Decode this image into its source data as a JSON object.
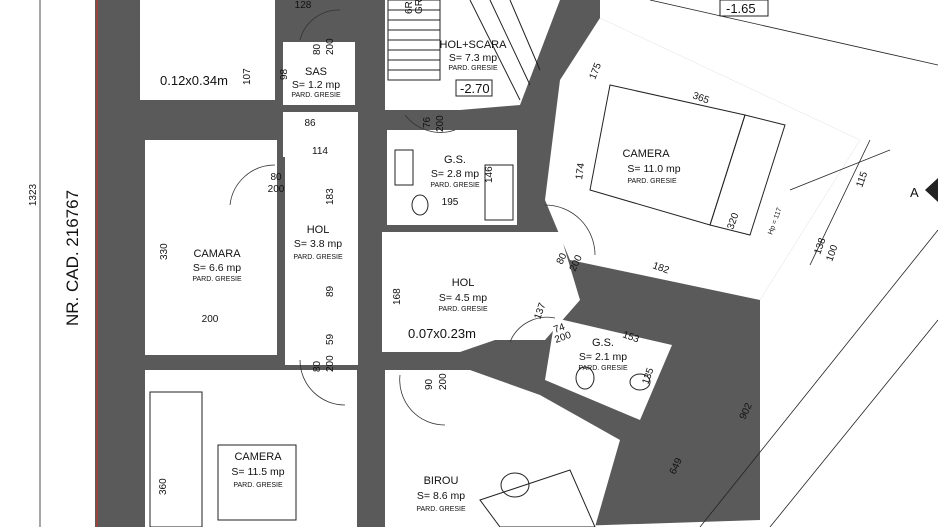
{
  "cadastral": "NR. CAD. 216767",
  "overall_dim": "1323",
  "section_marker": "A",
  "niche_labels": [
    "0.12x0.34m",
    "0.07x0.23m"
  ],
  "levels": [
    "-1.65",
    "-2.70"
  ],
  "stair_text": [
    "6R",
    "GR"
  ],
  "rooms": [
    {
      "name": "SAS",
      "area": "S= 1.2 mp",
      "floor": "PARD. GRESIE"
    },
    {
      "name": "HOL+SCARA",
      "area": "S= 7.3 mp",
      "floor": "PARD. GRESIE"
    },
    {
      "name": "CAMARA",
      "area": "S= 6.6 mp",
      "floor": "PARD. GRESIE"
    },
    {
      "name": "HOL",
      "area": "S= 3.8 mp",
      "floor": "PARD. GRESIE"
    },
    {
      "name": "G.S.",
      "area": "S= 2.8 mp",
      "floor": "PARD. GRESIE"
    },
    {
      "name": "CAMERA",
      "area": "S= 11.0 mp",
      "floor": "PARD. GRESIE"
    },
    {
      "name": "HOL",
      "area": "S= 4.5 mp",
      "floor": "PARD. GRESIE"
    },
    {
      "name": "G.S.",
      "area": "S= 2.1 mp",
      "floor": "PARD. GRESIE"
    },
    {
      "name": "CAMERA",
      "area": "S= 11.5 mp",
      "floor": "PARD. GRESIE"
    },
    {
      "name": "BIROU",
      "area": "S= 8.6 mp",
      "floor": "PARD. GRESIE"
    }
  ],
  "dims": [
    "128",
    "80",
    "200",
    "107",
    "98",
    "86",
    "114",
    "76",
    "200",
    "146",
    "195",
    "80",
    "200",
    "183",
    "89",
    "59",
    "330",
    "200",
    "80",
    "200",
    "168",
    "137",
    "80",
    "200",
    "74",
    "200",
    "153",
    "135",
    "90",
    "200",
    "175",
    "174",
    "365",
    "182",
    "320",
    "Hp = 117",
    "115",
    "138",
    "100",
    "902",
    "649",
    "360"
  ]
}
